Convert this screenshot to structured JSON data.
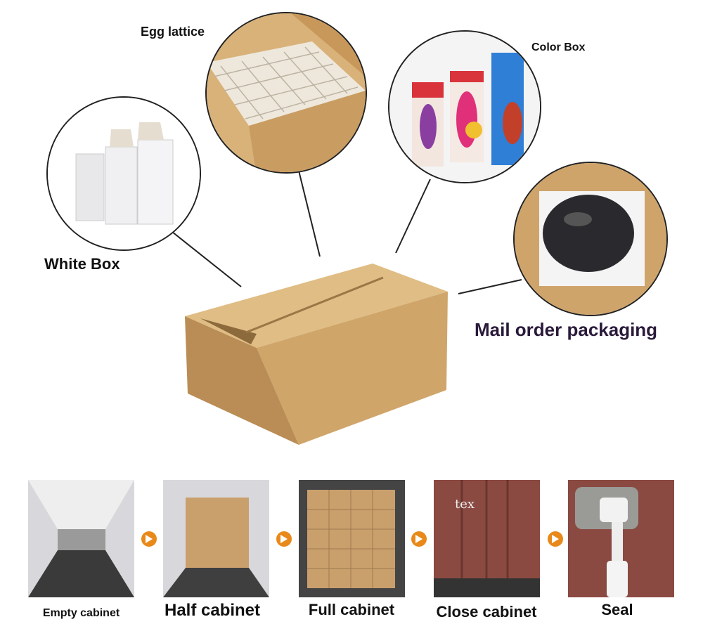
{
  "labels": {
    "egg_lattice": "Egg lattice",
    "color_box": "Color Box",
    "white_box": "White Box",
    "mail_order": "Mail order packaging"
  },
  "process_steps": [
    {
      "label": "Empty cabinet"
    },
    {
      "label": "Half cabinet"
    },
    {
      "label": "Full cabinet"
    },
    {
      "label": "Close cabinet"
    },
    {
      "label": "Seal"
    }
  ],
  "colors": {
    "arrow": "#e8891a",
    "cardboard": "#d2ad72",
    "container": "#8a4a42"
  }
}
